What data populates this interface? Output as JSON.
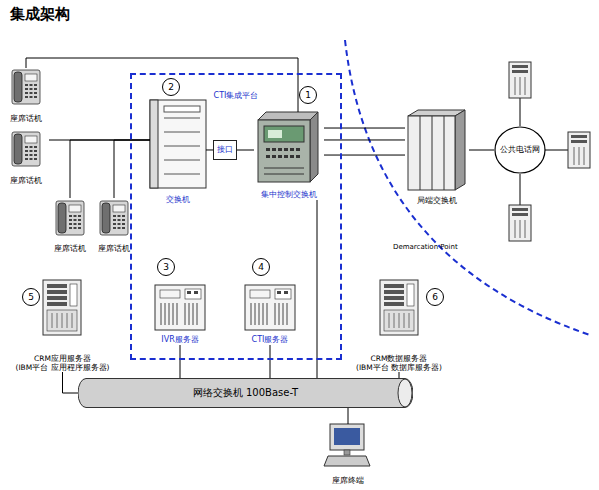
{
  "diagram": {
    "title": "集成架构",
    "nodes": [
      {
        "text": [
          "座席话机"
        ]
      },
      {
        "text": [
          "座席话机"
        ]
      },
      {
        "text": [
          "CTI集成平台"
        ]
      },
      {
        "text": [
          "交换机"
        ],
        "in": 2
      },
      {
        "text": [
          "接口"
        ],
        "in": 2
      },
      {
        "text": [
          "集中控制交换机"
        ],
        "in": 2
      },
      {
        "text": [
          "IVR服务器"
        ],
        "in": 2
      },
      {
        "text": [
          "CTI服务器"
        ],
        "in": 2
      },
      {
        "text": [
          "座席话机"
        ]
      },
      {
        "text": [
          "座席话机"
        ]
      },
      {
        "text": [
          "局端交换机"
        ]
      },
      {
        "text": [
          "公共电话网"
        ]
      },
      {
        "text": [
          "CRM应用服务器",
          "(IBM平台 应用程序服务器)"
        ]
      },
      {
        "text": [
          "CRM数据服务器",
          "(IBM平台 数据库服务器)"
        ]
      },
      {
        "text": [
          "网络交换机 100Base-T"
        ]
      },
      {
        "text": [
          "座席终端"
        ]
      }
    ],
    "edges": [
      {
        "from": 0,
        "to": 5,
        "arrow": "none"
      },
      {
        "from": 1,
        "to": 3,
        "arrow": "none"
      },
      {
        "from": 8,
        "to": 3,
        "arrow": "none"
      },
      {
        "from": 9,
        "to": 3,
        "arrow": "none"
      },
      {
        "from": 3,
        "to": 4,
        "arrow": "none"
      },
      {
        "from": 4,
        "to": 5,
        "arrow": "none"
      },
      {
        "from": 5,
        "to": 10,
        "arrow": "none"
      },
      {
        "from": 5,
        "to": 10,
        "arrow": "none"
      },
      {
        "from": 5,
        "to": 10,
        "arrow": "none"
      },
      {
        "from": 10,
        "to": 11,
        "arrow": "none"
      },
      {
        "from": 5,
        "to": 14,
        "arrow": "none"
      },
      {
        "from": 6,
        "to": 14,
        "arrow": "none"
      },
      {
        "from": 7,
        "to": 14,
        "arrow": "none"
      },
      {
        "from": 12,
        "to": 14,
        "arrow": "none"
      },
      {
        "from": 13,
        "to": 14,
        "arrow": "none"
      },
      {
        "from": 15,
        "to": 14,
        "arrow": "none"
      }
    ],
    "labels": [
      "1",
      "2",
      "3",
      "4",
      "5",
      "6",
      "Demarcation Point"
    ]
  }
}
